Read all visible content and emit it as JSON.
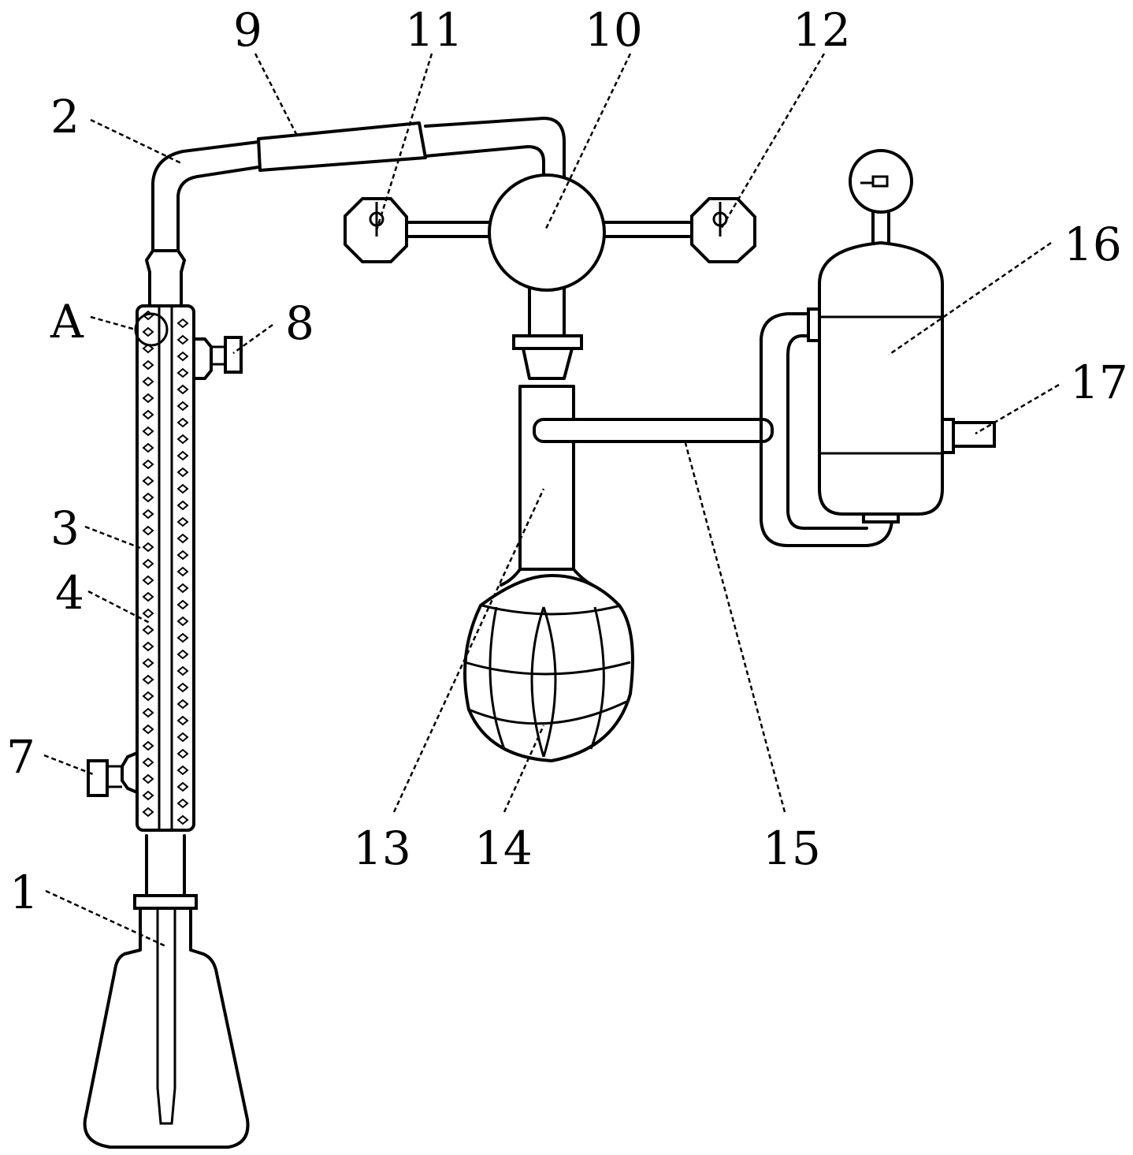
{
  "labels": {
    "l1": "1",
    "l2": "2",
    "l3": "3",
    "l4": "4",
    "lA": "A",
    "l7": "7",
    "l8": "8",
    "l9": "9",
    "l10": "10",
    "l11": "11",
    "l12": "12",
    "l13": "13",
    "l14": "14",
    "l15": "15",
    "l16": "16",
    "l17": "17"
  }
}
